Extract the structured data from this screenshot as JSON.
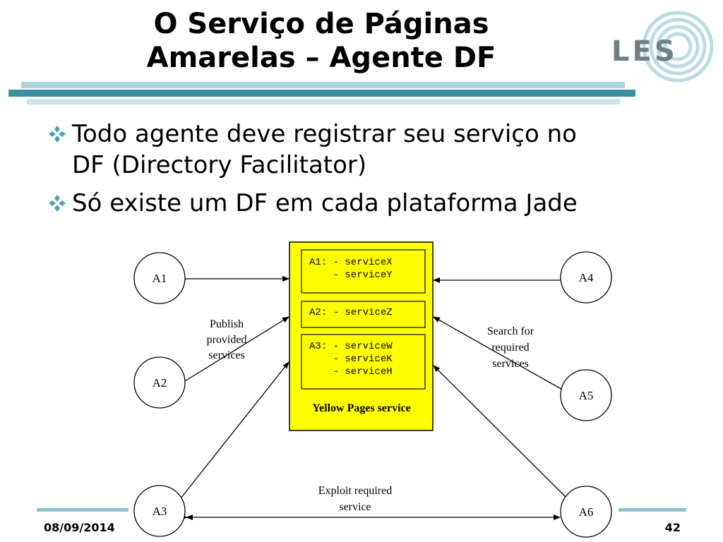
{
  "title": {
    "line1": "O Serviço de Páginas",
    "line2": "Amarelas – Agente DF"
  },
  "logo": {
    "text": "LES"
  },
  "bullets": [
    {
      "line1": "Todo agente deve registrar seu serviço no",
      "line2": "DF (Directory Facilitator)"
    },
    {
      "line1": "Só existe um DF em cada plataforma Jade",
      "line2": ""
    }
  ],
  "diagram": {
    "agents": [
      "A1",
      "A2",
      "A3",
      "A4",
      "A5",
      "A6"
    ],
    "yellow_pages": {
      "label": "Yellow Pages service",
      "fill": "#ffff00",
      "entries": [
        {
          "lines": [
            "A1: - serviceX",
            "    - serviceY"
          ]
        },
        {
          "lines": [
            "A2: - serviceZ"
          ]
        },
        {
          "lines": [
            "A3: - serviceW",
            "    - serviceK",
            "    - serviceH"
          ]
        }
      ]
    },
    "labels": {
      "publish": [
        "Publish",
        "provided",
        "services"
      ],
      "search": [
        "Search for",
        "required",
        "services"
      ],
      "exploit": [
        "Exploit required",
        "service"
      ]
    }
  },
  "footer": {
    "date": "08/09/2014",
    "page": "42"
  },
  "colors": {
    "accent_teal": "#3a8fa0",
    "accent_light": "#a9d4dc",
    "bullet": "#4aa3b5"
  }
}
